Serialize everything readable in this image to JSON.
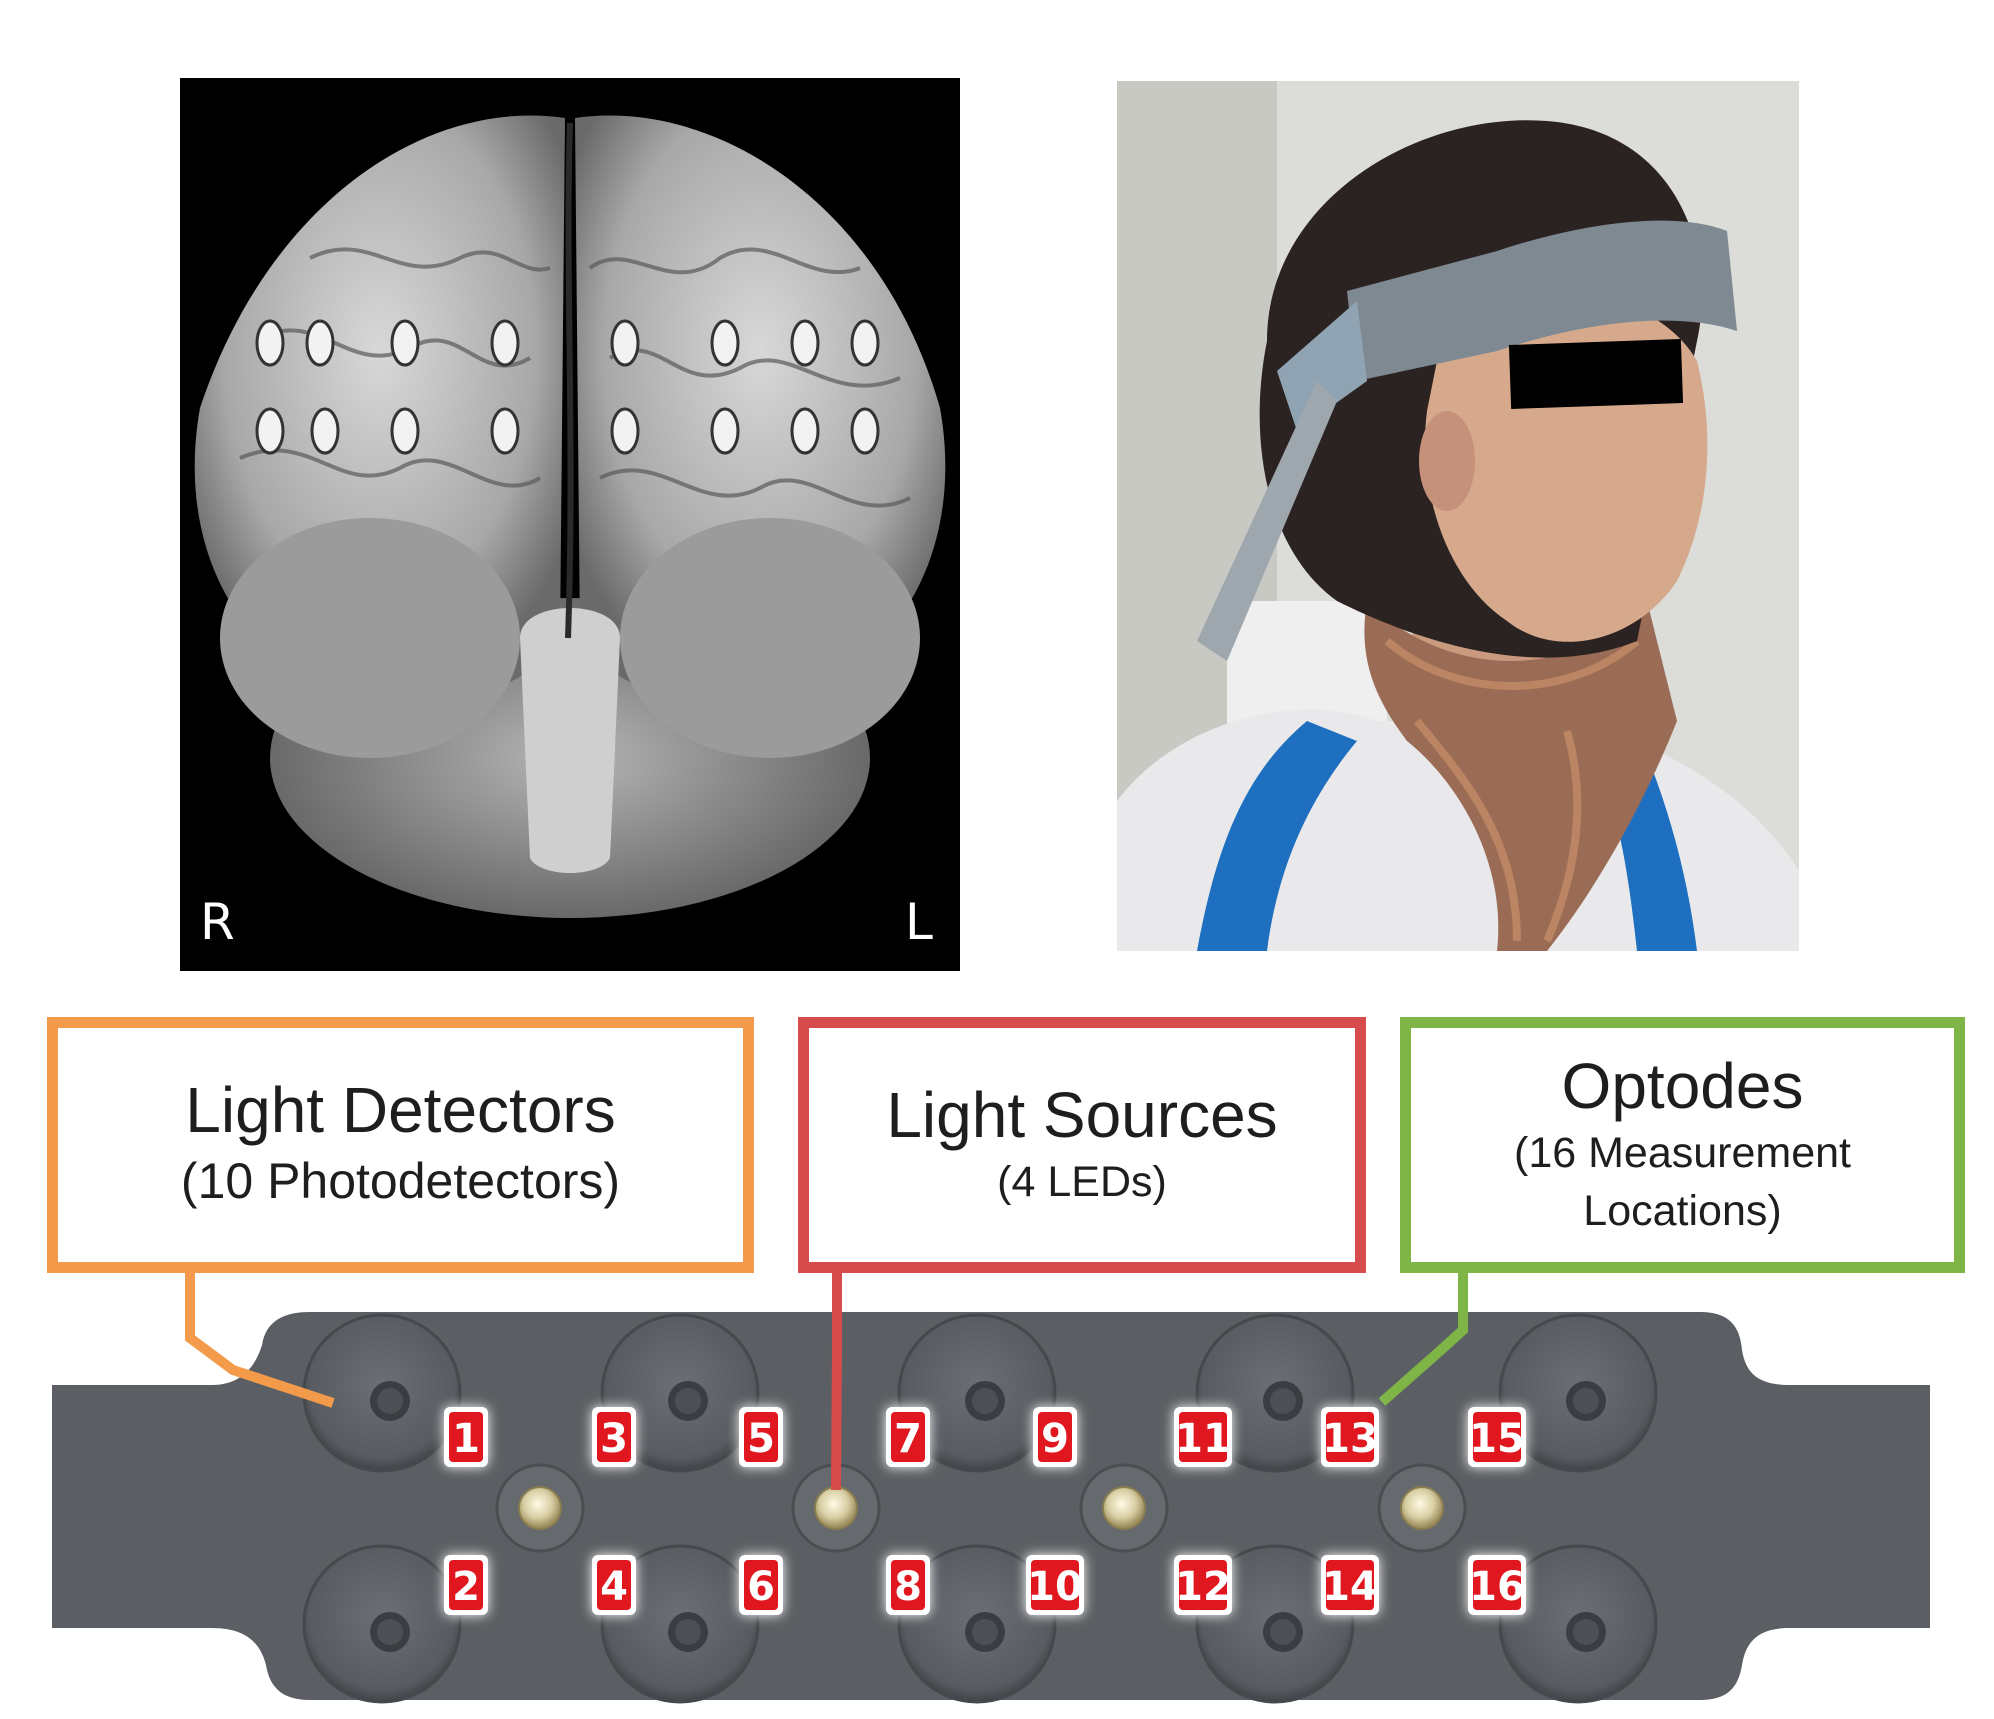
{
  "brain": {
    "left_marker": "R",
    "right_marker": "L"
  },
  "labels": {
    "detectors": {
      "title": "Light Detectors",
      "subtitle": "(10 Photodetectors)",
      "color": "#f39a4b"
    },
    "sources": {
      "title": "Light Sources",
      "subtitle": "(4 LEDs)",
      "color": "#d64b4b"
    },
    "optodes": {
      "title": "Optodes",
      "subtitle_line1": "(16 Measurement",
      "subtitle_line2": "Locations)",
      "color": "#7fb547"
    }
  },
  "headband": {
    "color": "#5b5f63",
    "measurement_labels": [
      "1",
      "2",
      "3",
      "4",
      "5",
      "6",
      "7",
      "8",
      "9",
      "10",
      "11",
      "12",
      "13",
      "14",
      "15",
      "16"
    ],
    "badge_color": "#e0171f"
  }
}
